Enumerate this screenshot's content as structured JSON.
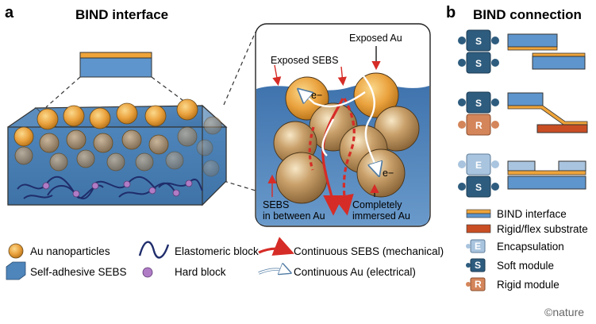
{
  "panel_a": {
    "letter": "a",
    "title": "BIND interface",
    "callouts": {
      "exposed_au": "Exposed Au",
      "exposed_sebs": "Exposed SEBS",
      "electron_top": "e−",
      "electron_bottom": "e−",
      "sebs_between_line1": "SEBS",
      "sebs_between_line2": "in between Au",
      "immersed_line1": "Completely",
      "immersed_line2": "immersed Au"
    },
    "legend": {
      "au_nanoparticles": "Au nanoparticles",
      "self_adhesive_sebs": "Self-adhesive SEBS",
      "elastomeric_block": "Elastomeric block",
      "hard_block": "Hard block",
      "continuous_sebs": "Continuous SEBS (mechanical)",
      "continuous_au": "Continuous Au (electrical)"
    }
  },
  "panel_b": {
    "letter": "b",
    "title": "BIND connection",
    "module_letters": {
      "soft": "S",
      "rigid": "R",
      "encapsulation": "E"
    },
    "legend": {
      "bind_interface": "BIND interface",
      "rigid_flex_substrate": "Rigid/flex substrate",
      "encapsulation": "Encapsulation",
      "soft_module": "Soft module",
      "rigid_module": "Rigid module"
    }
  },
  "credit": "©nature",
  "colors": {
    "gold": "#e0a040",
    "au_sphere": "#bb9462",
    "sebs_blue": "#5d8cc2",
    "dark_blue": "#2e5c7e",
    "rigid_orange": "#d4855a",
    "encap_light": "#a9c4de",
    "substrate": "#c94e24",
    "red_arrow": "#d62c27",
    "hard_block": "#b07cc6",
    "elastomer": "#1f2d6b"
  }
}
